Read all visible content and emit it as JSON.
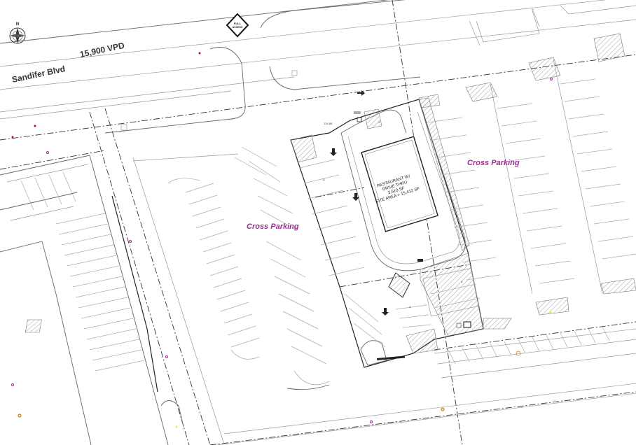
{
  "road": {
    "name": "Sandifer Blvd",
    "traffic": "15,900 VPD"
  },
  "access_sign": {
    "line1": "FULL",
    "line2": "ACCESS"
  },
  "north_arrow": {
    "letter": "N"
  },
  "cross_parking": {
    "left": "Cross Parking",
    "right": "Cross Parking"
  },
  "building": {
    "line1": "RESTAURANT W/",
    "line2": "DRIVE THRU",
    "line3": "3,510 SF",
    "line4": "SITE AREA = 15,412 SF"
  },
  "colors": {
    "accent": "#9b2f8f",
    "linework": "#333333",
    "marker_orange": "#d9781c"
  }
}
